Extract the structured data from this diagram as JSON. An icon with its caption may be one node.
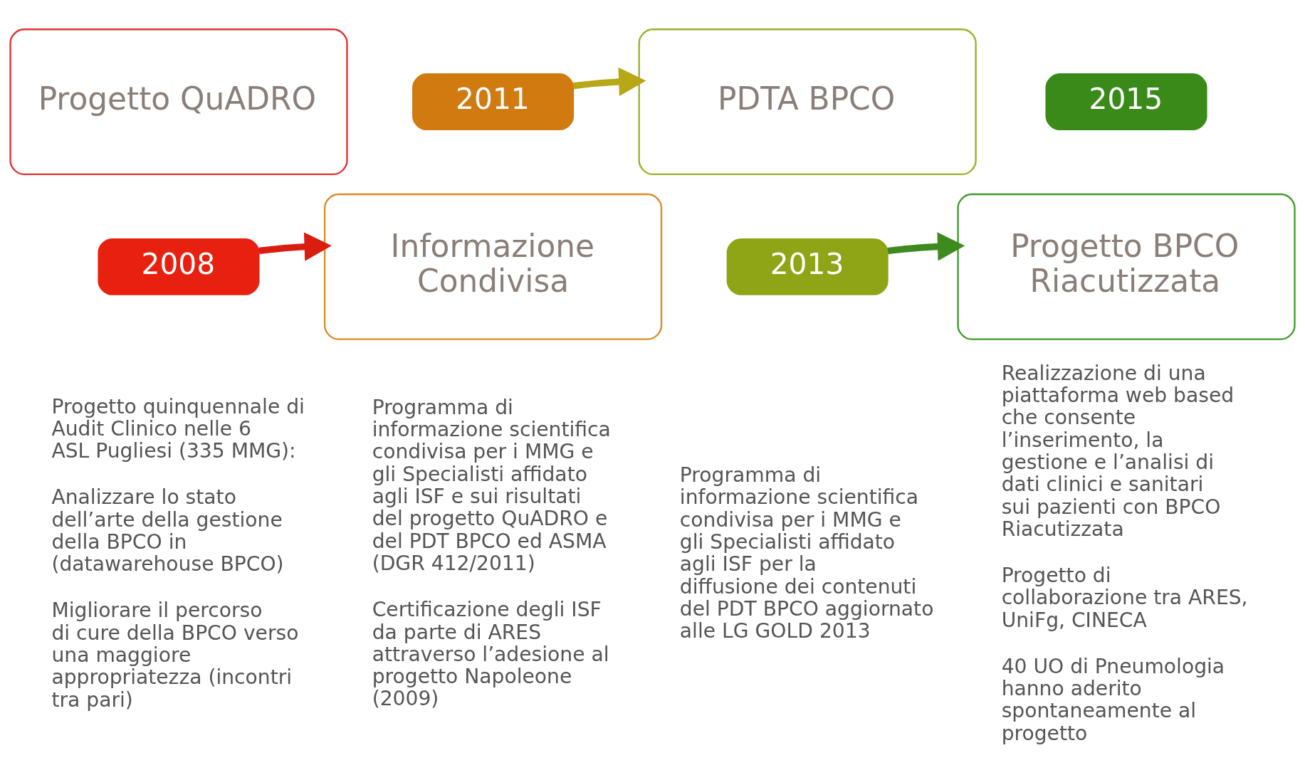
{
  "diagram": {
    "nodes": [
      {
        "text": [
          "Progetto QuADRO"
        ]
      },
      {
        "text": [
          "2008"
        ]
      },
      {
        "text": [
          "2011"
        ]
      },
      {
        "text": [
          "Informazione Condivisa"
        ]
      },
      {
        "text": [
          "PDTA BPCO"
        ]
      },
      {
        "text": [
          "2013"
        ]
      },
      {
        "text": [
          "2015"
        ]
      },
      {
        "text": [
          "Progetto BPCO Riacutizzata"
        ]
      }
    ],
    "edges": [
      {
        "from": 1,
        "to": 3,
        "arrow": "to",
        "color": "#d91e10"
      },
      {
        "from": 2,
        "to": 4,
        "arrow": "to",
        "color": "#b8a818"
      },
      {
        "from": 5,
        "to": 7,
        "arrow": "to",
        "color": "#3e8a1e"
      }
    ],
    "labels": [
      "Progetto quinquennale di Audit Clinico nelle 6 ASL Pugliesi (335 MMG):",
      "Analizzare lo stato dell’arte della gestione della BPCO in (datawarehouse BPCO)",
      "Migliorare il percorso di cure della BPCO verso una maggiore appropriatezza (incontri tra pari)",
      "Programma di informazione scientifica condivisa per i MMG e gli Specialisti affidato agli ISF e sui risultati del progetto QuADRO e del PDT BPCO ed ASMA (DGR 412/2011)",
      "Certificazione degli ISF da parte di ARES attraverso l’adesione al progetto Napoleone (2009)",
      "Programma di informazione scientifica condivisa per i MMG e gli Specialisti affidato agli ISF per la diffusione dei contenuti del PDT BPCO aggiornato alle LG GOLD 2013",
      "Realizzazione di una piattaforma web based che consente l’inserimento, la gestione e l’analisi di dati clinici e sanitari sui pazienti con BPCO Riacutizzata",
      "Progetto di collaborazione tra ARES, UniFg, CINECA",
      "40 UO di Pneumologia hanno aderito spontaneamente al progetto"
    ]
  }
}
